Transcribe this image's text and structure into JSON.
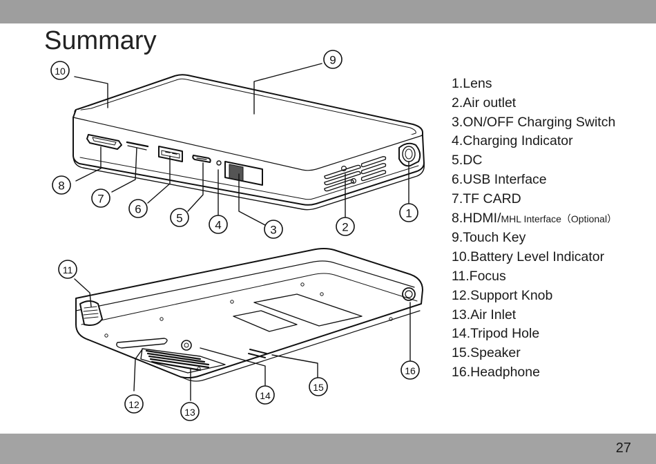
{
  "page": {
    "title": "Summary",
    "page_number": "27"
  },
  "callouts": {
    "c1": "1",
    "c2": "2",
    "c3": "3",
    "c4": "4",
    "c5": "5",
    "c6": "6",
    "c7": "7",
    "c8": "8",
    "c9": "9",
    "c10": "10",
    "c11": "11",
    "c12": "12",
    "c13": "13",
    "c14": "14",
    "c15": "15",
    "c16": "16"
  },
  "legend": {
    "item1": "1.Lens",
    "item2": "2.Air outlet",
    "item3": "3.ON/OFF Charging Switch",
    "item4": "4.Charging Indicator",
    "item5": "5.DC",
    "item6": "6.USB Interface",
    "item7": "7.TF CARD",
    "item8_main": "8.HDMI/",
    "item8_mhl": "MHL Interface",
    "item8_paren_open": "（",
    "item8_optional": "Optional",
    "item8_paren_close": "）",
    "item9": "9.Touch Key",
    "item10": "10.Battery Level Indicator",
    "item11": "11.Focus",
    "item12": "12.Support Knob",
    "item13": "13.Air Inlet",
    "item14": "14.Tripod Hole",
    "item15": "15.Speaker",
    "item16": "16.Headphone"
  },
  "colors": {
    "band": "#9e9e9e",
    "line": "#111111",
    "device_fill": "#ffffff"
  },
  "icons": {
    "device_top": "projector-top-view",
    "device_bottom": "projector-bottom-view"
  }
}
